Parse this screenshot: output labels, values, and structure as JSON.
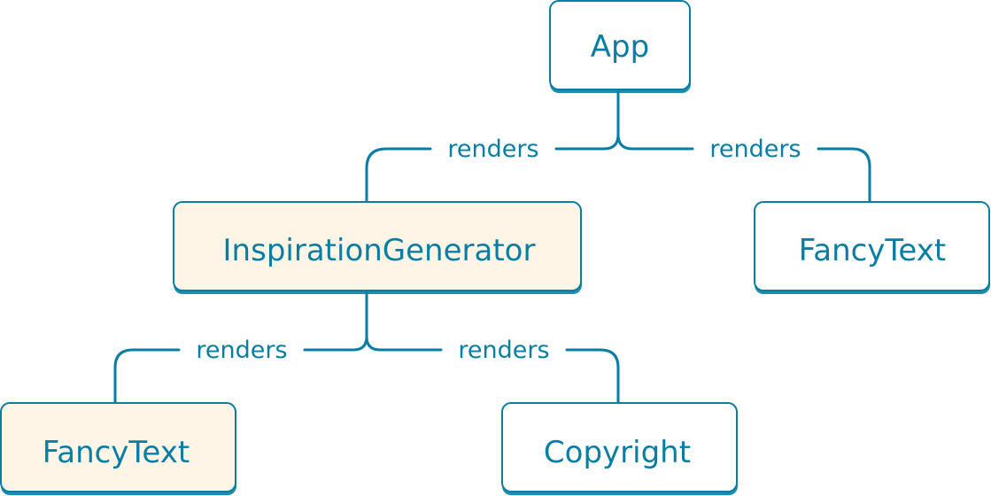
{
  "colors": {
    "accent": "#087ea4",
    "highlight_fill": "#fef5e6",
    "node_fill": "#ffffff"
  },
  "nodes": {
    "app": {
      "label": "App",
      "highlighted": false
    },
    "inspiration_generator": {
      "label": "InspirationGenerator",
      "highlighted": true
    },
    "fancy_text_right": {
      "label": "FancyText",
      "highlighted": false
    },
    "fancy_text_left": {
      "label": "FancyText",
      "highlighted": true
    },
    "copyright": {
      "label": "Copyright",
      "highlighted": false
    }
  },
  "edges": {
    "app_to_inspiration": {
      "label": "renders"
    },
    "app_to_fancytext": {
      "label": "renders"
    },
    "inspiration_to_fancytext": {
      "label": "renders"
    },
    "inspiration_to_copyright": {
      "label": "renders"
    }
  }
}
